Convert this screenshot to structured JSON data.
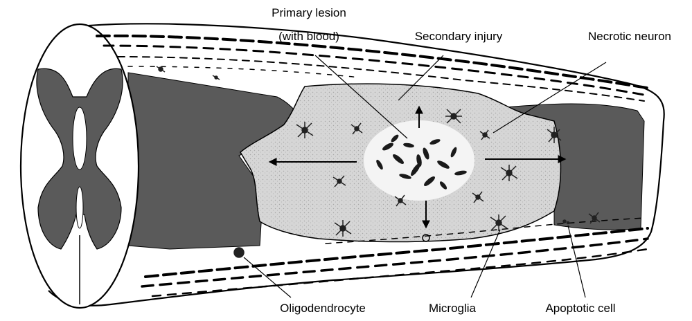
{
  "labels": {
    "primary_lesion_line1": "Primary lesion",
    "primary_lesion_line2": "(with blood)",
    "secondary_injury": "Secondary injury",
    "necrotic_neuron": "Necrotic neuron",
    "oligodendrocyte": "Oligodendrocyte",
    "microglia": "Microglia",
    "apoptotic_cell": "Apoptotic cell"
  },
  "colors": {
    "outline": "#000000",
    "grey_matter": "#5a5a5a",
    "lesion": "#d9d9d9",
    "core": "#f4f4f4",
    "background": "#ffffff"
  }
}
